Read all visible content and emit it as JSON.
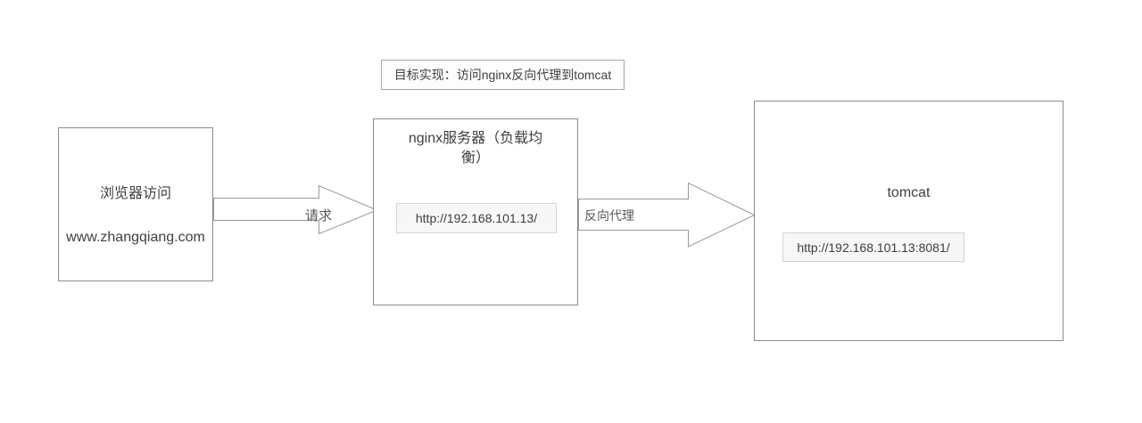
{
  "diagram": {
    "title": "目标实现：访问nginx反向代理到tomcat",
    "nodes": {
      "browser": {
        "label": "浏览器访问",
        "url": "www.zhangqiang.com"
      },
      "nginx": {
        "label": "nginx服务器（负载均衡）",
        "url": "http://192.168.101.13/"
      },
      "tomcat": {
        "label": "tomcat",
        "url": "http://192.168.101.13:8081/"
      }
    },
    "edges": {
      "request": {
        "label": "请求"
      },
      "reverse_proxy": {
        "label": "反向代理"
      }
    },
    "colors": {
      "background": "#ffffff",
      "node_border": "#8c8c8c",
      "title_border": "#a6a6a6",
      "arrow_stroke": "#999999",
      "url_chip_fill": "#f7f7f7",
      "url_chip_border": "#d4d4d4",
      "text": "#404040",
      "edge_label_text": "#595959"
    }
  }
}
